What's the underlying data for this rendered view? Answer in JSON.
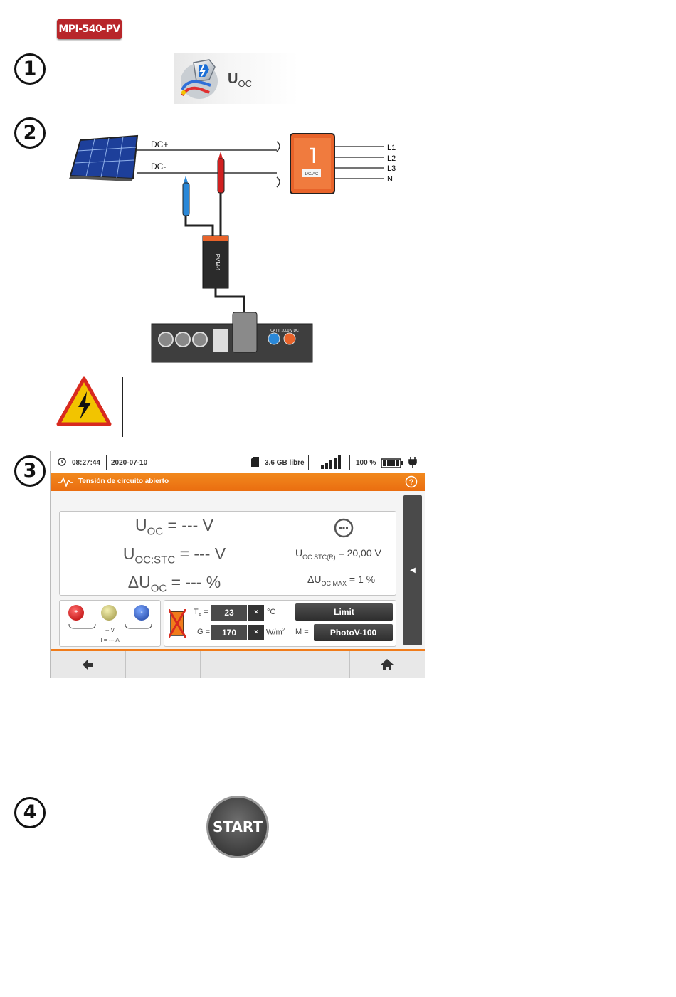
{
  "badge": "MPI-540-PV",
  "steps": [
    "1",
    "2",
    "3",
    "4"
  ],
  "function_tile": {
    "label_main": "U",
    "label_sub": "OC",
    "icon": "pv-measurement-icon"
  },
  "diagram": {
    "dc_plus": "DC+",
    "dc_minus": "DC-",
    "lines": [
      "L1",
      "L2",
      "L3",
      "N"
    ],
    "inverter_label": "DC/AC",
    "adapter_label": "PVM-1",
    "meter_label": "CAT II 1000 V DC"
  },
  "status_bar": {
    "time": "08:27:44",
    "date": "2020-07-10",
    "storage": "3.6 GB libre",
    "battery": "100 %"
  },
  "title_bar": {
    "title": "Tensión de circuito abierto"
  },
  "results": {
    "uoc": {
      "label": "U",
      "sub": "OC",
      "value": " = --- V"
    },
    "uoc_stc": {
      "label": "U",
      "sub": "OC:STC",
      "value": " = --- V"
    },
    "delta_uoc": {
      "label": "ΔU",
      "sub": "OC",
      "value": " = --- %"
    },
    "uoc_stc_r": {
      "label": "U",
      "sub": "OC:STC(R)",
      "value": " = 20,00 V"
    },
    "delta_uoc_max": {
      "label": "ΔU",
      "sub": "OC MAX",
      "value": " = 1 %"
    }
  },
  "probes": {
    "plus": "+",
    "minus": "-",
    "voltage": "-- V",
    "current": "I = --- A"
  },
  "params": {
    "ta_label": "T",
    "ta_sub": "A",
    "ta_eq": "=",
    "ta_value": "23",
    "ta_unit": "°C",
    "g_label": "G =",
    "g_value": "170",
    "g_unit": "W/m",
    "g_unit_sup": "2",
    "clear": "×",
    "limit_button": "Limit",
    "m_label": "M =",
    "module": "PhotoV-100"
  },
  "side_tab": "◀",
  "nav": {
    "back": "🡄",
    "home": "⌂"
  },
  "start_button": "START",
  "colors": {
    "accent": "#f07c1b",
    "badge": "#b8262a",
    "warning": "#f2c400",
    "warning_border": "#d82a1f"
  }
}
